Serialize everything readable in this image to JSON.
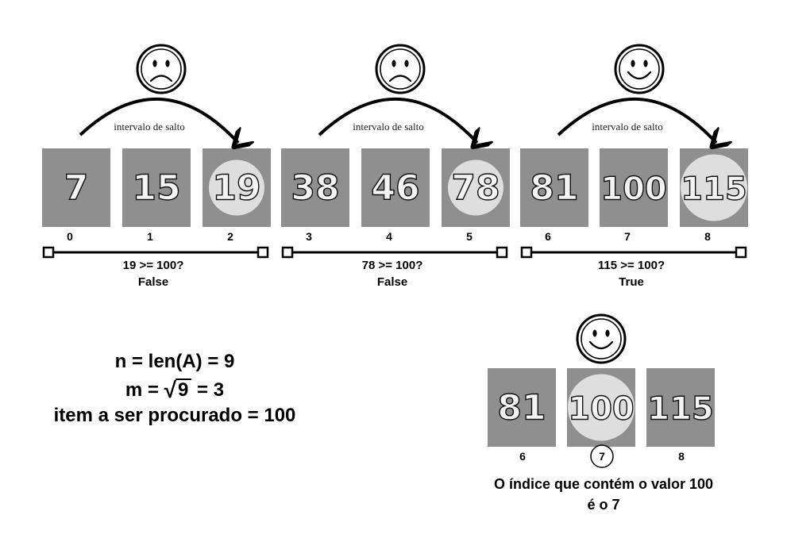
{
  "cells": [
    {
      "value": "7",
      "index": "0",
      "highlight": false
    },
    {
      "value": "15",
      "index": "1",
      "highlight": false
    },
    {
      "value": "19",
      "index": "2",
      "highlight": true
    },
    {
      "value": "38",
      "index": "3",
      "highlight": false
    },
    {
      "value": "46",
      "index": "4",
      "highlight": false
    },
    {
      "value": "78",
      "index": "5",
      "highlight": true
    },
    {
      "value": "81",
      "index": "6",
      "highlight": false
    },
    {
      "value": "100",
      "index": "7",
      "highlight": false
    },
    {
      "value": "115",
      "index": "8",
      "highlight": true
    }
  ],
  "blocks": [
    {
      "jump_label": "intervalo de salto",
      "face": "sad",
      "condition": "19 >= 100?",
      "result": "False"
    },
    {
      "jump_label": "intervalo de salto",
      "face": "sad",
      "condition": "78 >= 100?",
      "result": "False"
    },
    {
      "jump_label": "intervalo de salto",
      "face": "happy",
      "condition": "115 >= 100?",
      "result": "True"
    }
  ],
  "formulas": {
    "n_line": "n = len(A) = 9",
    "m_prefix": "m =",
    "m_radicand": "9",
    "m_suffix": "= 3",
    "item_line": "item a ser procurado = 100"
  },
  "result_panel": {
    "face": "happy",
    "cells": [
      {
        "value": "81",
        "index": "6",
        "highlight": false,
        "circled_index": false
      },
      {
        "value": "100",
        "index": "7",
        "highlight": true,
        "circled_index": true
      },
      {
        "value": "115",
        "index": "8",
        "highlight": false,
        "circled_index": false
      }
    ],
    "conclusion_line1": "O índice que contém o valor 100",
    "conclusion_line2": "é o 7"
  },
  "colors": {
    "cell_fill": "#8f8f8f",
    "highlight_circle": "#dedede",
    "digit_fill": "#f3f3f3",
    "line": "#000000"
  }
}
